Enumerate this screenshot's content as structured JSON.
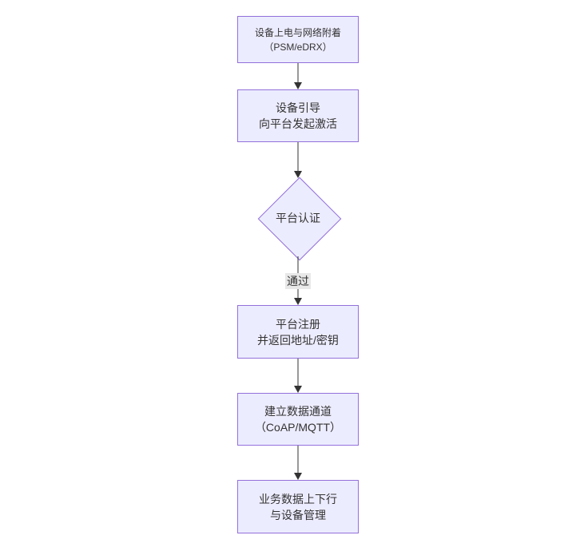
{
  "diagram": {
    "type": "flowchart-vertical",
    "colors": {
      "node_fill": "#ECECFF",
      "node_border": "#9370DB",
      "edge": "#333333",
      "edge_label_bg": "#e8e8e8",
      "text": "#333333",
      "background": "#ffffff"
    },
    "nodes": [
      {
        "id": "power-attach",
        "shape": "rect",
        "lines": [
          "设备上电与网络附着",
          "（PSM/eDRX）"
        ]
      },
      {
        "id": "bootstrap",
        "shape": "rect",
        "lines": [
          "设备引导",
          "向平台发起激活"
        ]
      },
      {
        "id": "auth",
        "shape": "diamond",
        "lines": [
          "平台认证"
        ]
      },
      {
        "id": "register",
        "shape": "rect",
        "lines": [
          "平台注册",
          "并返回地址/密钥"
        ]
      },
      {
        "id": "channel",
        "shape": "rect",
        "lines": [
          "建立数据通道",
          "（CoAP/MQTT）"
        ]
      },
      {
        "id": "business",
        "shape": "rect",
        "lines": [
          "业务数据上下行",
          "与设备管理"
        ]
      }
    ],
    "edges": [
      {
        "from": "power-attach",
        "to": "bootstrap",
        "label": ""
      },
      {
        "from": "bootstrap",
        "to": "auth",
        "label": ""
      },
      {
        "from": "auth",
        "to": "register",
        "label": "通过"
      },
      {
        "from": "register",
        "to": "channel",
        "label": ""
      },
      {
        "from": "channel",
        "to": "business",
        "label": ""
      }
    ]
  }
}
